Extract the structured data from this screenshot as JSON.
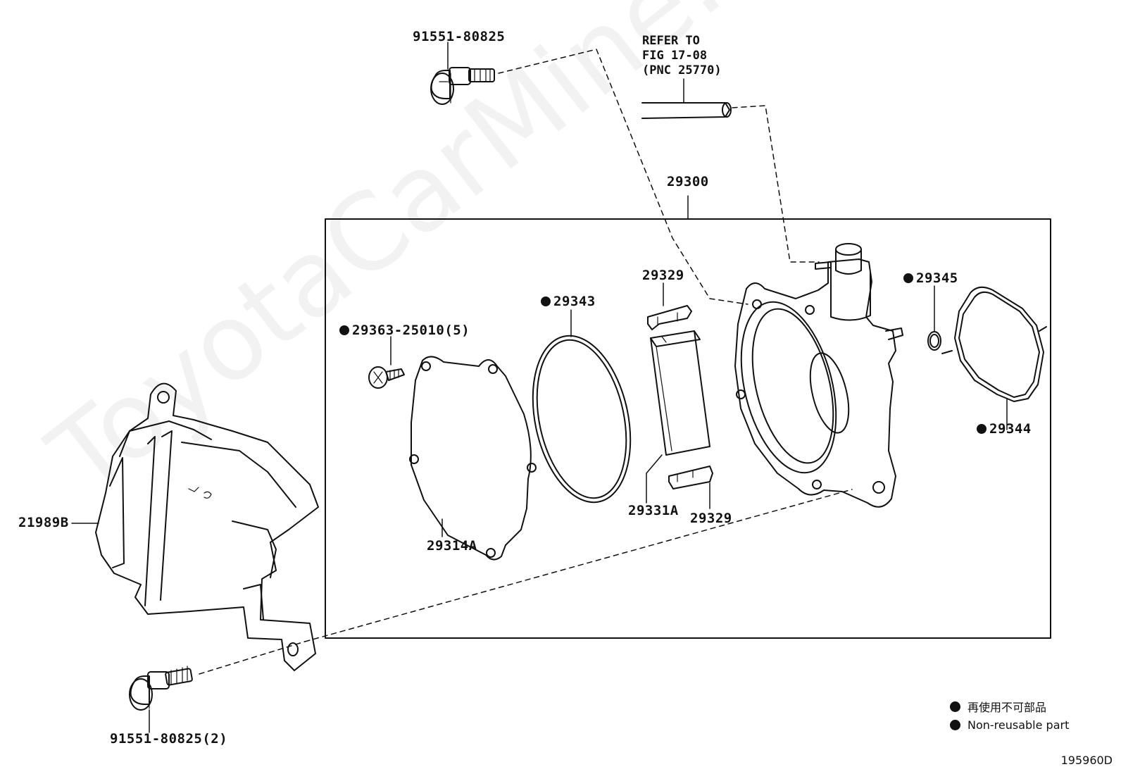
{
  "figure": {
    "refer_note": [
      "REFER TO",
      "FIG 17-08",
      "(PNC 25770)"
    ],
    "callouts": {
      "bolt_top": "91551-80825",
      "assembly": "29300",
      "cover_bracket": "21989B",
      "screw": "29363-25010(5)",
      "plate_gasket": "29314A",
      "o_ring_large": "29343",
      "clip_top": "29329",
      "vane": "29331A",
      "clip_bottom": "29329",
      "o_ring_small": "29345",
      "gasket_right": "29344",
      "bolt_bottom": "91551-80825(2)"
    },
    "legend": {
      "jp": "再使用不可部品",
      "en": "Non-reusable part"
    },
    "drawing_code": "195960D",
    "watermark": "ToyotaCarMine.ru",
    "marker_icon": "filled-circle"
  }
}
